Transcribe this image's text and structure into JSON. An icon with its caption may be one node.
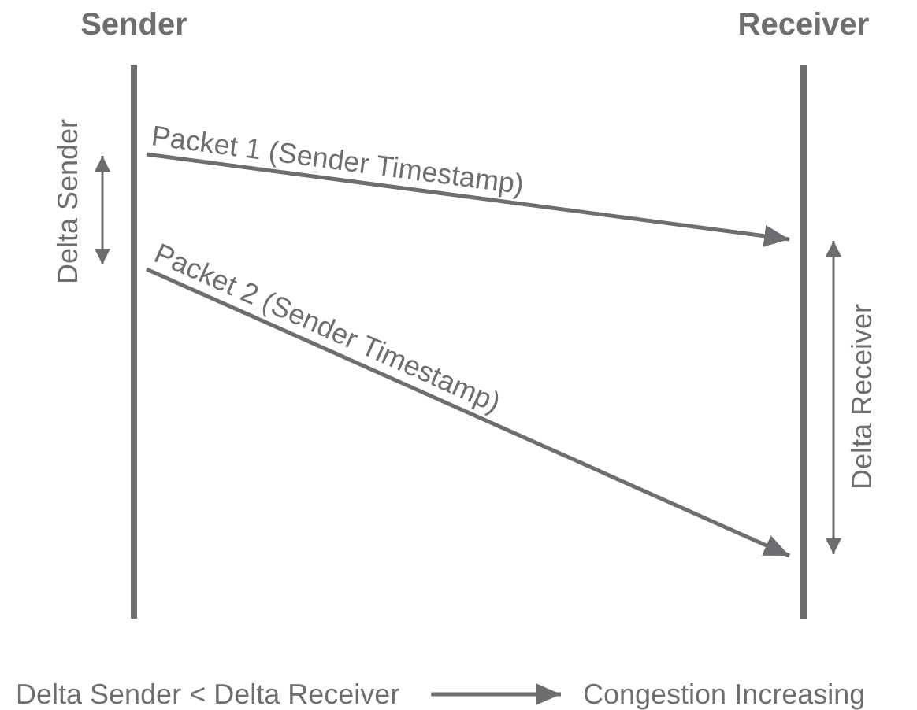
{
  "diagram": {
    "nodes": [
      {
        "text": [
          "Sender"
        ]
      },
      {
        "text": [
          "Receiver"
        ]
      },
      {
        "text": [
          "Delta Sender < Delta Receiver"
        ]
      },
      {
        "text": [
          "Congestion Increasing"
        ]
      }
    ],
    "edges": [
      {
        "from": 0,
        "to": 1,
        "arrow": "to",
        "label": "Packet 1 (Sender Timestamp)"
      },
      {
        "from": 0,
        "to": 1,
        "arrow": "to",
        "label": "Packet 2 (Sender Timestamp)"
      },
      {
        "from": 2,
        "to": 3,
        "arrow": "to"
      }
    ],
    "labels": [
      "Delta Sender",
      "Delta Receiver"
    ]
  }
}
